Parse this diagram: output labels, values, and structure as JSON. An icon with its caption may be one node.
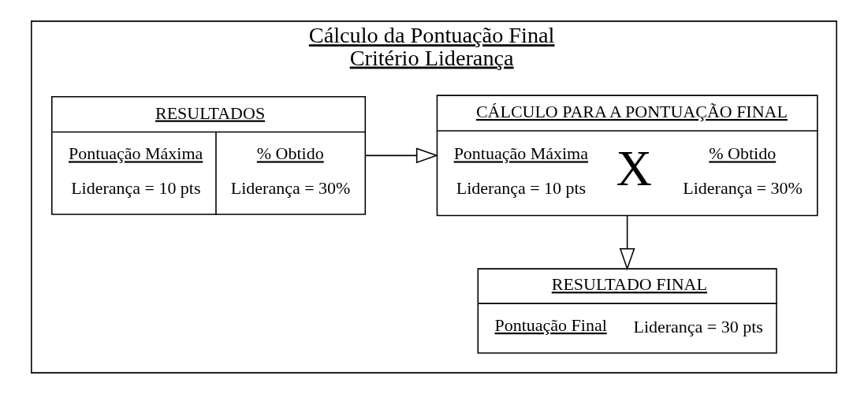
{
  "diagram": {
    "nodes": [
      {
        "text": [
          "Cálculo da Pontuação Final",
          "Critério Liderança"
        ]
      },
      {
        "text": [
          "RESULTADOS",
          "Pontuação Máxima",
          "Liderança = 10 pts",
          "% Obtido",
          "Liderança = 30%"
        ],
        "in": 0
      },
      {
        "text": [
          "CÁLCULO PARA A PONTUAÇÃO FINAL",
          "Pontuação Máxima",
          "Liderança = 10 pts",
          "X",
          "% Obtido",
          "Liderança = 30%"
        ],
        "in": 0
      },
      {
        "text": [
          "RESULTADO FINAL",
          "Pontuação Final",
          "Liderança = 30 pts"
        ],
        "in": 0
      }
    ],
    "edges": [
      {
        "from": 1,
        "to": 2,
        "arrow": "to"
      },
      {
        "from": 2,
        "to": 3,
        "arrow": "to"
      }
    ]
  }
}
